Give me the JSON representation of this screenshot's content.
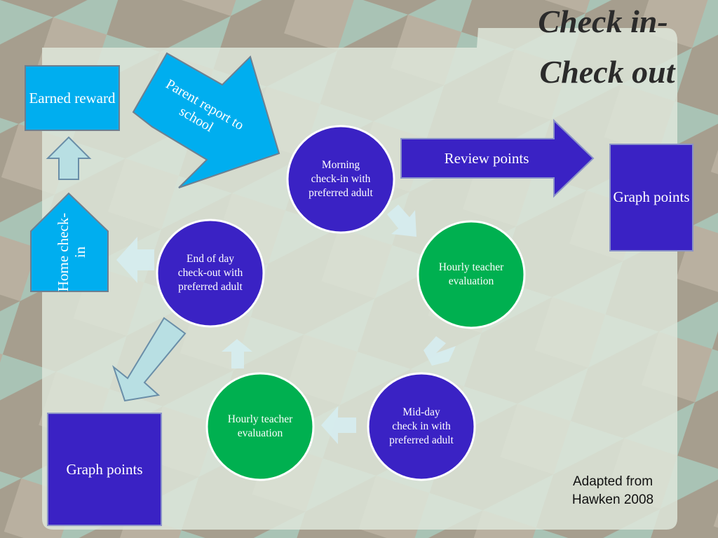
{
  "title": {
    "line1": "Check in-",
    "line2": "Check out"
  },
  "cycle": [
    {
      "label": "Morning check-in with preferred adult",
      "color": "#3a22c4"
    },
    {
      "label": "Hourly teacher evaluation",
      "color": "#00b050"
    },
    {
      "label": "Mid-day check in with preferred adult",
      "color": "#3a22c4"
    },
    {
      "label": "Hourly teacher evaluation",
      "color": "#00b050"
    },
    {
      "label": "End of day check-out with preferred adult",
      "color": "#3a22c4"
    }
  ],
  "boxes": {
    "earned_reward": "Earned reward",
    "home_checkin": "Home check-in",
    "parent_report": "Parent report to school",
    "review_points": "Review points",
    "graph_points_right": "Graph points",
    "graph_points_bottom": "Graph points"
  },
  "credit": {
    "line1": "Adapted from",
    "line2": "Hawken 2008"
  },
  "colors": {
    "blue_box": "#00aeef",
    "indigo_box": "#3a22c4",
    "green_circle": "#00b050",
    "light_arrow": "#b8dfe3",
    "title_text": "#2b2b2b"
  }
}
